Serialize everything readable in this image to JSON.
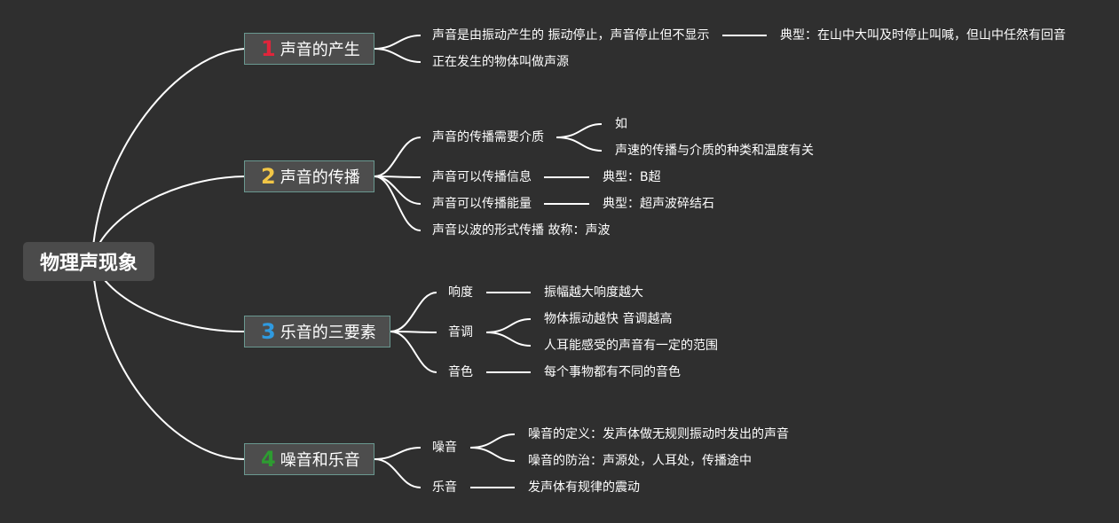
{
  "root": "物理声现象",
  "colors": {
    "n1": "#e0253b",
    "n2": "#f2c646",
    "n3": "#2f9ae0",
    "n4": "#2d9c31"
  },
  "t1": {
    "num": "1",
    "label": "声音的产生",
    "a": "声音是由振动产生的 振动停止，声音停止但不显示",
    "a1": "典型：在山中大叫及时停止叫喊，但山中任然有回音",
    "b": "正在发生的物体叫做声源"
  },
  "t2": {
    "num": "2",
    "label": "声音的传播",
    "a": "声音的传播需要介质",
    "a1": "如",
    "a2": "声速的传播与介质的种类和温度有关",
    "b": "声音可以传播信息",
    "b1": "典型：B超",
    "c": "声音可以传播能量",
    "c1": "典型：超声波碎结石",
    "d": "声音以波的形式传播 故称：声波"
  },
  "t3": {
    "num": "3",
    "label": "乐音的三要素",
    "a": "响度",
    "a1": "振幅越大响度越大",
    "b": "音调",
    "b1": "物体振动越快 音调越高",
    "b2": "人耳能感受的声音有一定的范围",
    "c": "音色",
    "c1": "每个事物都有不同的音色"
  },
  "t4": {
    "num": "4",
    "label": "噪音和乐音",
    "a": "噪音",
    "a1": "噪音的定义：发声体做无规则振动时发出的声音",
    "a2": "噪音的防治：声源处，人耳处，传播途中",
    "b": "乐音",
    "b1": "发声体有规律的震动"
  }
}
